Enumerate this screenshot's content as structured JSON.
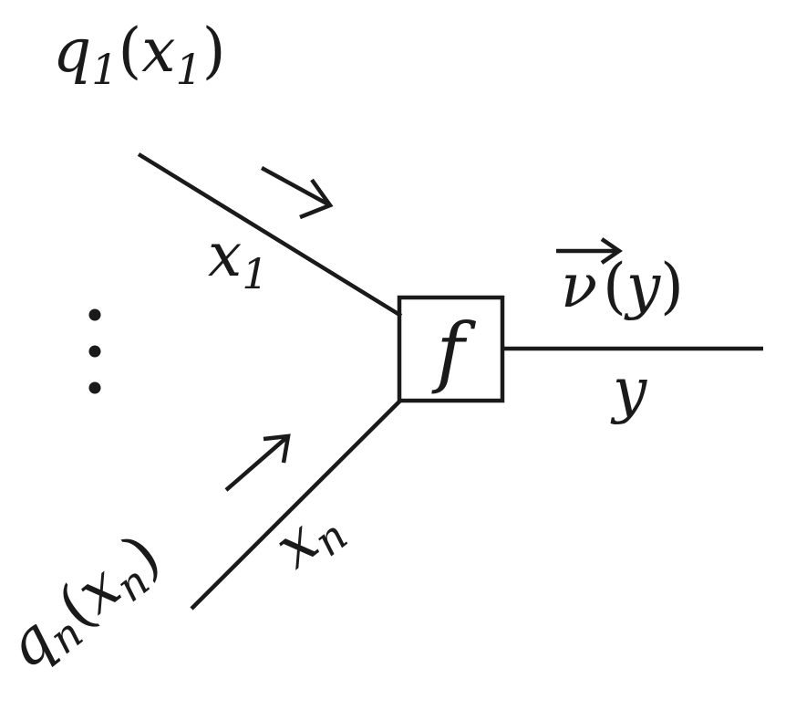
{
  "labels": {
    "q1_fn": "q",
    "q1_sub": "1",
    "q1_arg": "x",
    "q1_arg_sub": "1",
    "x1_edge": "x",
    "x1_edge_sub": "1",
    "qn_fn": "q",
    "qn_sub": "n",
    "qn_arg": "x",
    "qn_arg_sub": "n",
    "xn_edge": "x",
    "xn_edge_sub": "n",
    "factor": "f",
    "nu_symbol": "ν",
    "nu_arg": "y",
    "y_edge": "y",
    "open_paren": "(",
    "close_paren": ")"
  }
}
